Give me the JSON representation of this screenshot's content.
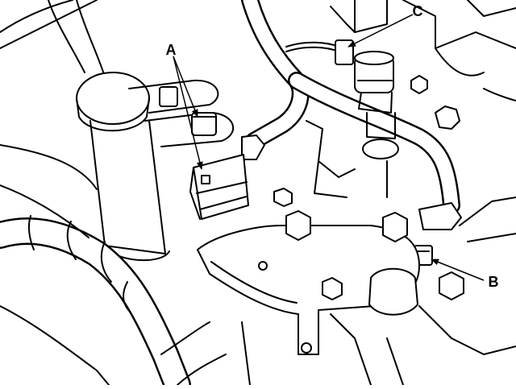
{
  "diagram": {
    "callouts": [
      {
        "id": "A",
        "label": "A"
      },
      {
        "id": "B",
        "label": "B"
      },
      {
        "id": "C",
        "label": "C"
      }
    ]
  },
  "colors": {
    "line": "#000000",
    "background": "#ffffff"
  }
}
